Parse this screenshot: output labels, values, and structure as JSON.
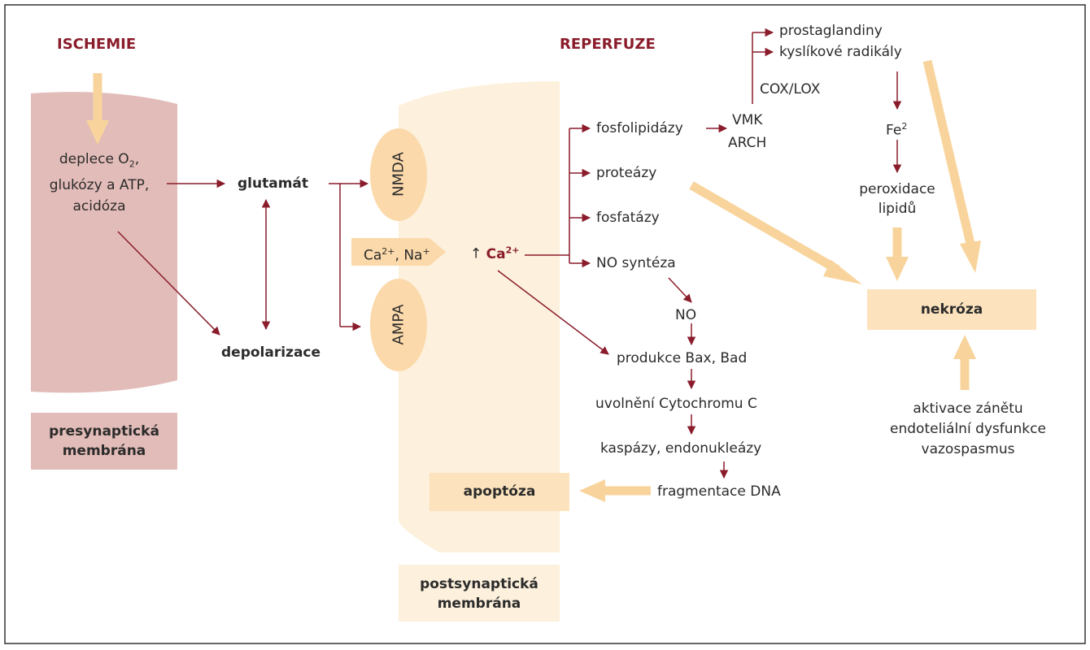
{
  "titles": {
    "ischemie": "ISCHEMIE",
    "reperfuze": "REPERFUZE"
  },
  "labels": {
    "presynaptic_line1": "presynaptická",
    "presynaptic_line2": "membrána",
    "postsynaptic_line1": "postsynaptická",
    "postsynaptic_line2": "membrána",
    "glutamat": "glutamát",
    "depolarizace": "depolarizace",
    "nmda": "NMDA",
    "ampa": "AMPA",
    "apoptoza": "apoptóza",
    "nekroza": "nekróza",
    "fosfolipidazy": "fosfolipidázy",
    "proteazy": "proteázy",
    "fosfatazy": "fosfatázy",
    "no_synteza": "NO syntéza",
    "vmk": "VMK",
    "arch": "ARCH",
    "cox_lox": "COX/LOX",
    "prostaglandiny": "prostaglandiny",
    "kyslikove": "kyslíkové radikály",
    "fe": "Fe",
    "fe_sup": "2",
    "peroxidace1": "peroxidace",
    "peroxidace2": "lipidů",
    "no": "NO",
    "bax": "produkce Bax, Bad",
    "cytochrom": "uvolnění Cytochromu C",
    "kaspazy": "kaspázy, endonukleázy",
    "fragmentace": "fragmentace DNA",
    "zanet1": "aktivace zánětu",
    "zanet2": "endoteliální dysfunkce",
    "zanet3": "vazospasmus"
  },
  "deplece": {
    "l1a": "deplece O",
    "l1sub": "2",
    "l1b": ",",
    "l2": "glukózy a ATP,",
    "l3": "acidóza"
  },
  "ions": {
    "ca": "Ca",
    "ca_sup": "2+",
    "sep": ", Na",
    "na_sup": "+"
  },
  "ca_up": {
    "arrow": "↑",
    "ca": "Ca",
    "sup": "2+"
  },
  "colors": {
    "dark_red": "#8a1c2b",
    "pre_fill": "#e2bcb8",
    "post_fill": "#fdf0dc",
    "box_fill": "#fce3bd",
    "oval_fill": "#fbd9aa",
    "thick_arrow": "#f8d49c"
  }
}
